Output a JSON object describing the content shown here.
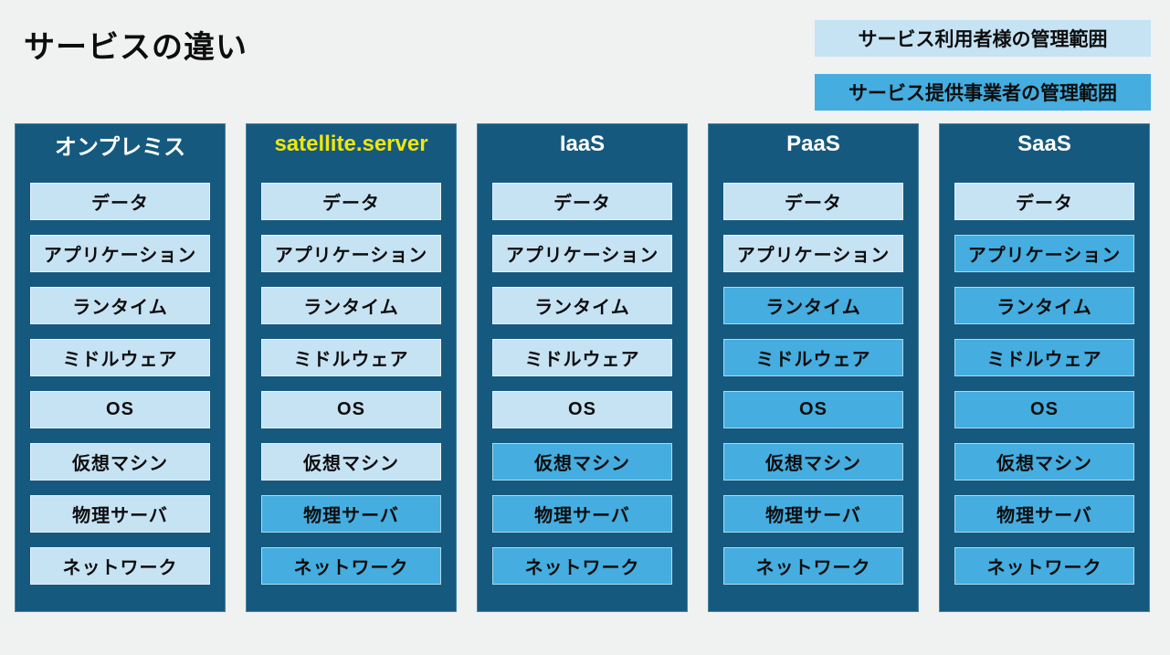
{
  "title": "サービスの違い",
  "legend": {
    "user_label": "サービス利用者様の管理範囲",
    "provider_label": "サービス提供事業者の管理範囲"
  },
  "layers": [
    "データ",
    "アプリケーション",
    "ランタイム",
    "ミドルウェア",
    "OS",
    "仮想マシン",
    "物理サーバ",
    "ネットワーク"
  ],
  "columns": [
    {
      "id": "onpremise",
      "title": "オンプレミス",
      "title_color": "#ffffff",
      "provider_managed_from": 8
    },
    {
      "id": "satellite-server",
      "title": "satellite.server",
      "title_color": "#f0e70a",
      "provider_managed_from": 6
    },
    {
      "id": "iaas",
      "title": "IaaS",
      "title_color": "#ffffff",
      "provider_managed_from": 5
    },
    {
      "id": "paas",
      "title": "PaaS",
      "title_color": "#ffffff",
      "provider_managed_from": 2
    },
    {
      "id": "saas",
      "title": "SaaS",
      "title_color": "#ffffff",
      "provider_managed_from": 1
    }
  ],
  "colors": {
    "page_bg": "#f0f1f1",
    "column_bg": "#16597e",
    "column_border": "#4a83a0",
    "user_scope": "#c6e3f4",
    "provider_scope": "#45addf",
    "cell_text": "#0d0d0d",
    "title_text": "#0d0d0d"
  }
}
